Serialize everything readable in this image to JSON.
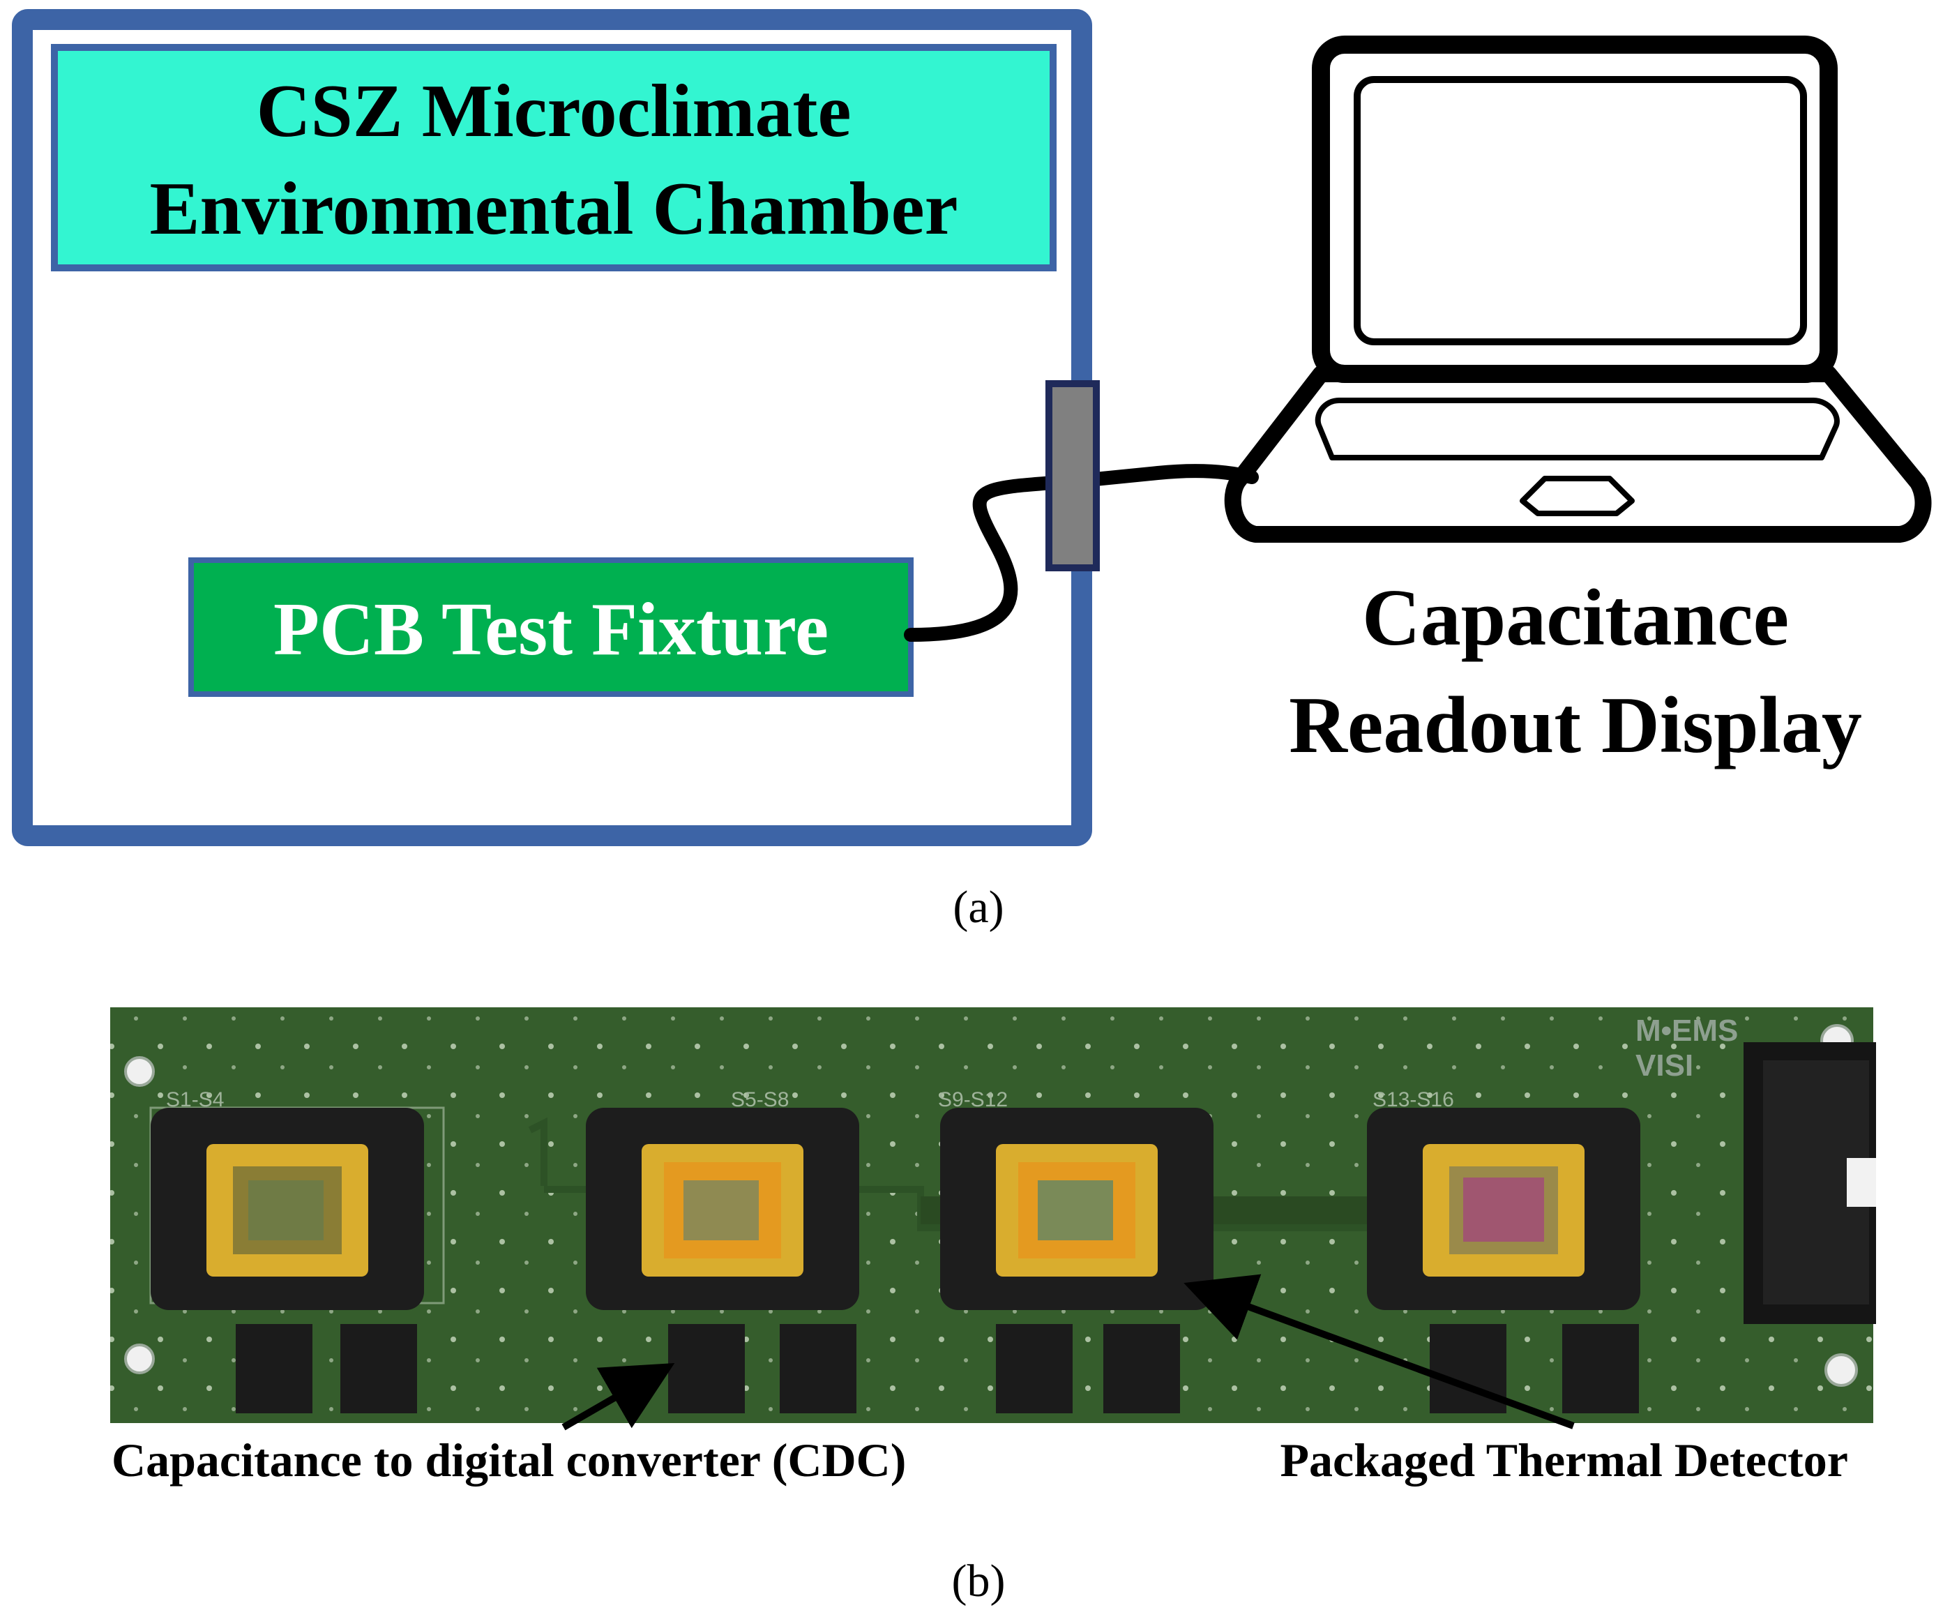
{
  "panel_a": {
    "chamber_title_line1": "CSZ Microclimate",
    "chamber_title_line2": "Environmental Chamber",
    "fixture_label": "PCB Test Fixture",
    "readout_line1": "Capacitance",
    "readout_line2": "Readout Display",
    "caption": "(a)"
  },
  "panel_b": {
    "label_cdc": "Capacitance to digital converter (CDC)",
    "label_detector": "Packaged Thermal Detector",
    "caption": "(b)",
    "board_logo_line1": "M•EMS",
    "board_logo_line2": "VISI",
    "socket_labels": [
      "S1-S4",
      "S5-S8",
      "S9-S12",
      "S13-S16"
    ]
  },
  "colors": {
    "chamber_border": "#3d64a6",
    "title_box_fill": "#33f5d1",
    "fixture_fill": "#00b050",
    "pcb_green": "#355d2c",
    "gold": "#d9ad2e"
  },
  "icons": {
    "computer": "laptop-icon",
    "connector": "feedthrough-connector-icon",
    "cable": "cable-icon"
  }
}
